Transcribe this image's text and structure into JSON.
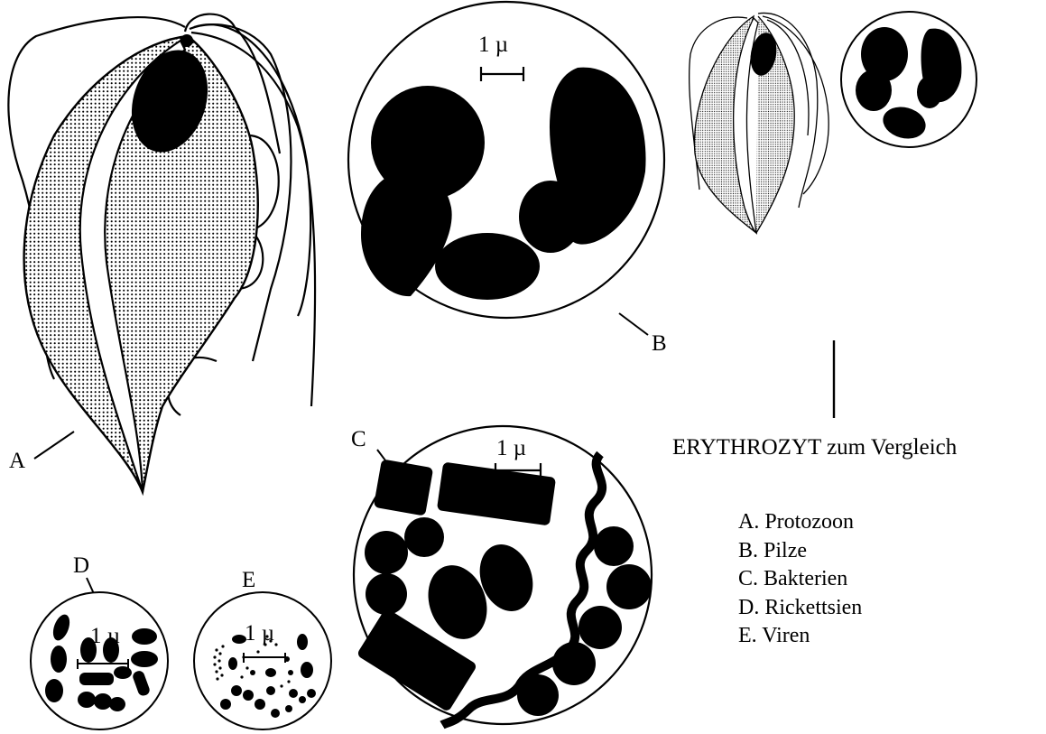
{
  "labels": {
    "a": "A",
    "b": "B",
    "c": "C",
    "d": "D",
    "e": "E"
  },
  "scale_label": "1 µ",
  "caption": "ERYTHROZYT zum Vergleich",
  "legend": [
    "A. Protozoon",
    "B. Pilze",
    "C. Bakterien",
    "D. Rickettsien",
    "E. Viren"
  ],
  "colors": {
    "ink": "#000000",
    "paper": "#ffffff",
    "stipple": "#000000"
  }
}
